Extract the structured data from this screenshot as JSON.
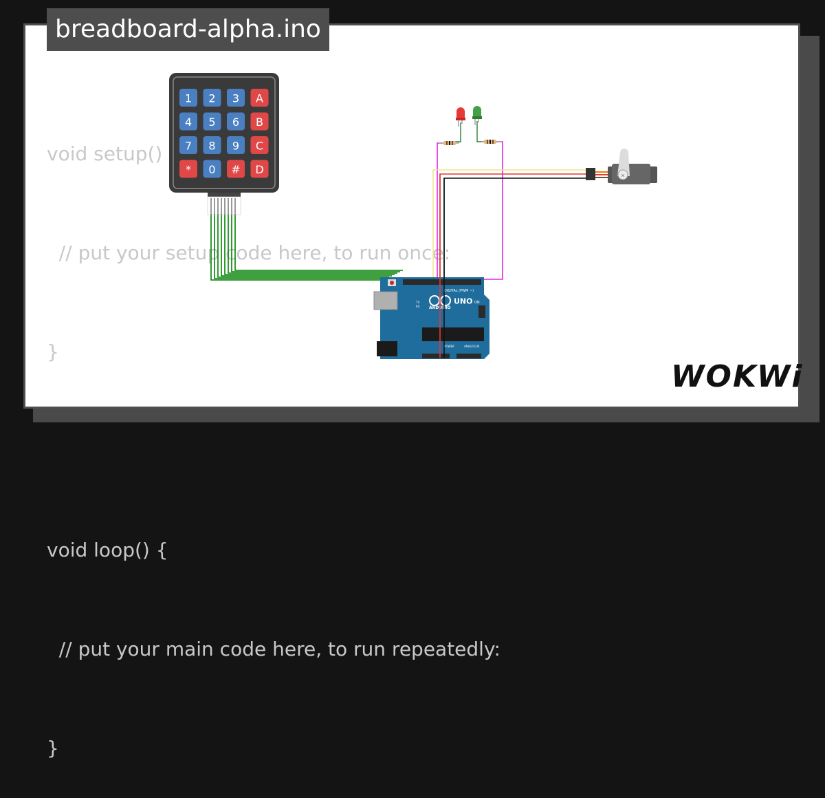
{
  "title": "breadboard-alpha.ino",
  "code_lines": [
    "void setup() {",
    "  // put your setup code here, to run once:",
    "}",
    "",
    "void loop() {",
    "  // put your main code here, to run repeatedly:",
    "}"
  ],
  "keypad": {
    "keys": [
      "1",
      "2",
      "3",
      "A",
      "4",
      "5",
      "6",
      "B",
      "7",
      "8",
      "9",
      "C",
      "*",
      "0",
      "#",
      "D"
    ],
    "colors": {
      "number": "#4a7fc1",
      "letter": "#e04848",
      "body": "#3a3a3a"
    }
  },
  "arduino": {
    "brand": "ARDUINO",
    "model": "UNO",
    "digital_label": "DIGITAL (PWM ~)",
    "power_label": "POWER",
    "analog_label": "ANALOG IN",
    "on_label": "ON",
    "tx_label": "TX",
    "rx_label": "RX",
    "color": "#1f6d9c"
  },
  "leds": [
    {
      "name": "red-led",
      "color": "#e53935"
    },
    {
      "name": "green-led",
      "color": "#43a047"
    }
  ],
  "wire_colors": {
    "keypad": "#008000",
    "led": "#e026e0",
    "signal": "#f0e68c",
    "power": "#e53935",
    "ground": "#000000"
  },
  "logo": "WOKWi"
}
